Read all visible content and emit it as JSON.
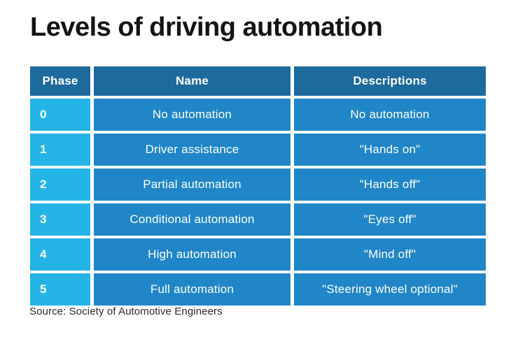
{
  "title": "Levels of driving automation",
  "source": "Source: Society of Automotive Engineers",
  "colors": {
    "header_bg": "#1d6a9d",
    "data_cell_bg": "#2086c7",
    "phase_cell_bg": "#24b5e6",
    "cell_text": "#ffffff",
    "title_text": "#141414",
    "source_text": "#2b2b2b"
  },
  "chart_data": {
    "type": "table",
    "title": "Levels of driving automation",
    "columns": [
      "Phase",
      "Name",
      "Descriptions"
    ],
    "rows": [
      {
        "phase": "0",
        "name": "No automation",
        "description": "No automation"
      },
      {
        "phase": "1",
        "name": "Driver assistance",
        "description": "\"Hands on\""
      },
      {
        "phase": "2",
        "name": "Partial automation",
        "description": "\"Hands off\""
      },
      {
        "phase": "3",
        "name": "Conditional automation",
        "description": "\"Eyes off\""
      },
      {
        "phase": "4",
        "name": "High automation",
        "description": "\"Mind off\""
      },
      {
        "phase": "5",
        "name": "Full automation",
        "description": "\"Steering wheel optional\""
      }
    ],
    "layout": {
      "header_row": true,
      "grid": "white gaps between cells",
      "legend": "none"
    },
    "source": "Source: Society of Automotive Engineers"
  }
}
